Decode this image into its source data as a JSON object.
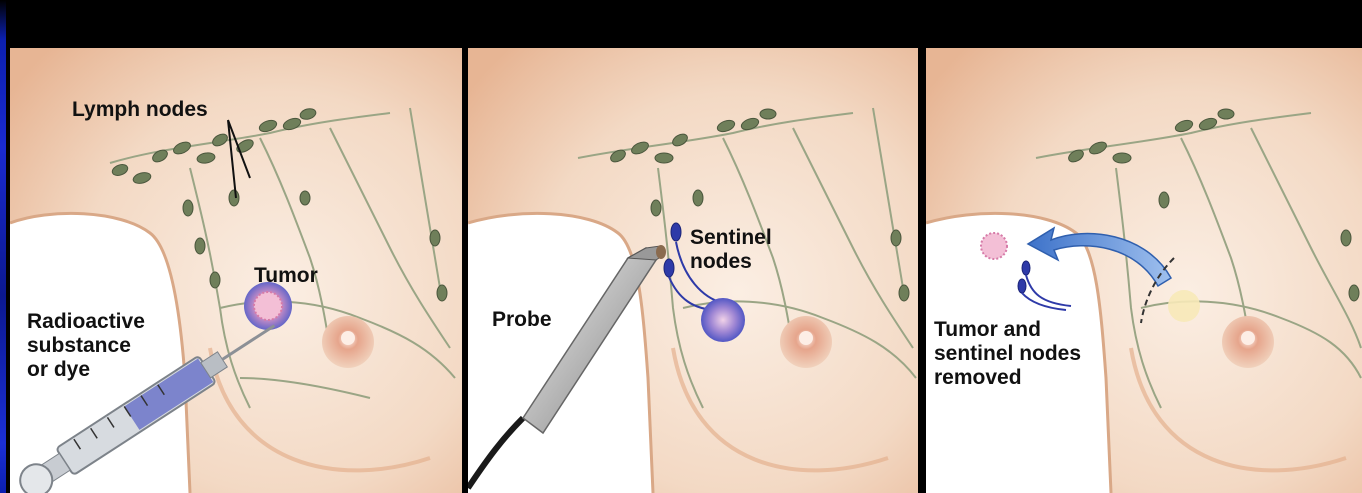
{
  "panels": [
    {
      "labels": {
        "lymph_nodes": "Lymph nodes",
        "tumor": "Tumor",
        "injection": "Radioactive\nsubstance\nor dye"
      }
    },
    {
      "labels": {
        "probe": "Probe",
        "sentinel_nodes": "Sentinel\nnodes"
      }
    },
    {
      "labels": {
        "removed": "Tumor and\nsentinel nodes\nremoved"
      }
    }
  ],
  "colors": {
    "skin_light": "#f5e2d2",
    "skin_shadow": "#e9b99a",
    "lymph_node": "#6f7f5a",
    "vessel": "#9aa585",
    "tumor_pink": "#e7a6c4",
    "tumor_halo": "#6e6fcf",
    "arrow_blue": "#3d72c9",
    "frame_blue": "#1a2ad0"
  }
}
